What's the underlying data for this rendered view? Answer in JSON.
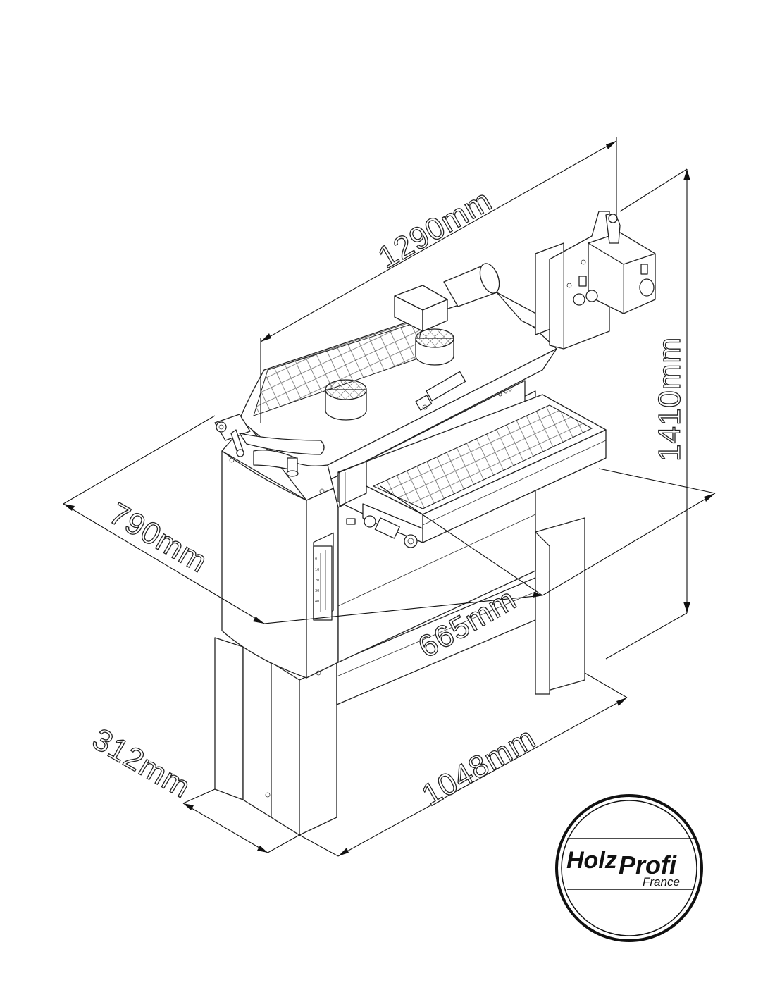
{
  "dimensions": {
    "length": "1290mm",
    "height": "1410mm",
    "depth": "790mm",
    "inner_width": "665mm",
    "stand_depth": "312mm",
    "stand_width": "1048mm"
  },
  "logo": {
    "brand_part1": "Holz",
    "brand_part2": "Profi",
    "sub": "France"
  }
}
